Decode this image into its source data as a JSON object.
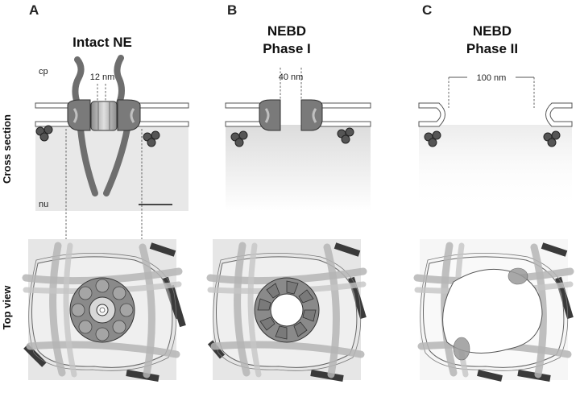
{
  "panels": [
    {
      "letter": "A",
      "title_line1": "Intact NE",
      "title_line2": ""
    },
    {
      "letter": "B",
      "title_line1": "NEBD",
      "title_line2": "Phase I"
    },
    {
      "letter": "C",
      "title_line1": "NEBD",
      "title_line2": "Phase II"
    }
  ],
  "row_labels": {
    "cross_section": "Cross section",
    "top_view": "Top view"
  },
  "compartments": {
    "cytoplasm": "cp",
    "nucleus": "nu"
  },
  "measurements": {
    "intact": "12 nm",
    "phase1": "40 nm",
    "phase2": "100 nm"
  },
  "colors": {
    "pore_dark": "#6e6e6e",
    "pore_mid": "#8a8a8a",
    "pore_light": "#bdbdbd",
    "nucleoplasm": "#e8e8e8",
    "membrane_outline": "#555555",
    "filament": "#444444"
  }
}
